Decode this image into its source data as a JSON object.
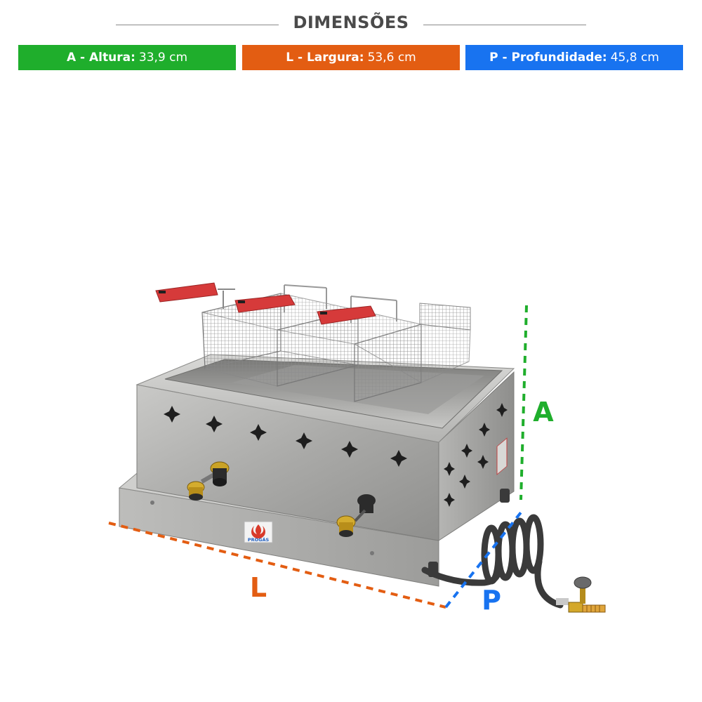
{
  "header": {
    "title": "DIMENSÕES"
  },
  "dimensions": [
    {
      "key": "a",
      "prefix": "A - Altura:",
      "value": "33,9 cm",
      "color": "#1fae2c"
    },
    {
      "key": "l",
      "prefix": "L - Largura:",
      "value": "53,6 cm",
      "color": "#e35d12"
    },
    {
      "key": "p",
      "prefix": "P - Profundidade:",
      "value": "45,8 cm",
      "color": "#1873f0"
    }
  ],
  "diagram_labels": {
    "height": "A",
    "width": "L",
    "depth": "P"
  },
  "brand": {
    "logo_text": "PROGÁS"
  }
}
